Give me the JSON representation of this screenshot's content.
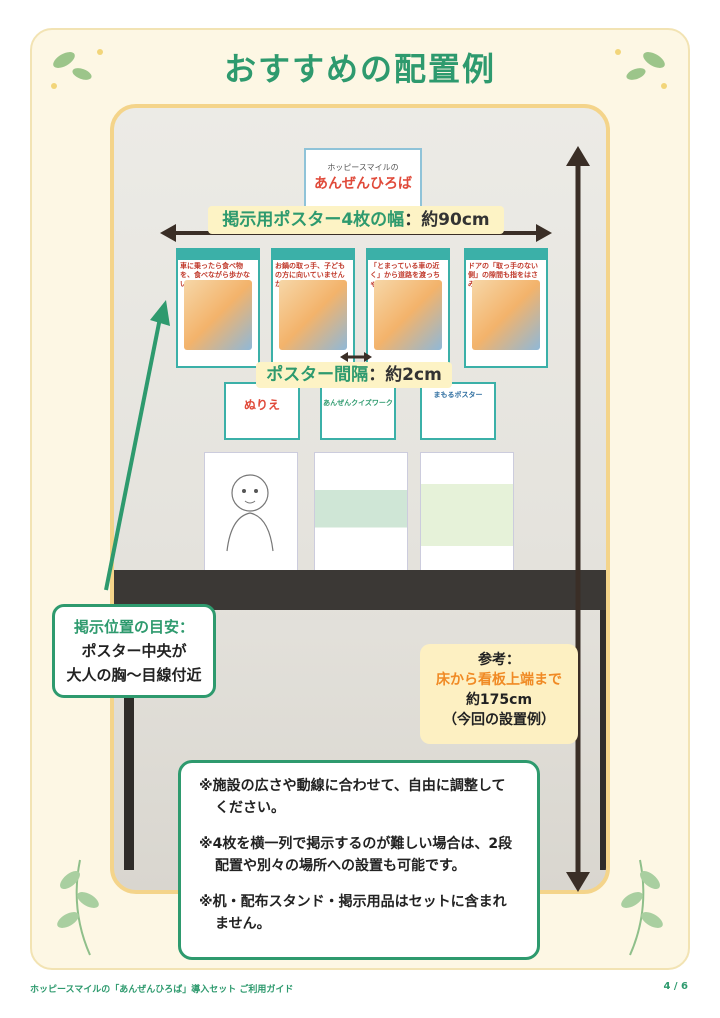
{
  "page": {
    "title": "おすすめの配置例",
    "footer_left": "ホッピースマイルの「あんぜんひろば」導入セット ご利用ガイド",
    "footer_right": "4 / 6"
  },
  "photo": {
    "top_poster_brand": "ホッピースマイルの",
    "top_poster_title": "あんぜんひろば",
    "posters": [
      {
        "text": "車に乗ったら食べ物を、食べながら歩かないで！"
      },
      {
        "text": "お鍋の取っ手、子どもの方に向いていませんか？"
      },
      {
        "text": "「とまっている車の近く」から道路を渡っちゃダメ！"
      },
      {
        "text": "ドアの「取っ手のない側」の隙間も指をはさみます！"
      }
    ],
    "lower_posters": [
      {
        "text": "ぬりえ"
      },
      {
        "text": "あんぜんクイズワーク"
      },
      {
        "text": "まもるポスター"
      }
    ]
  },
  "labels": {
    "width_label": "掲示用ポスター4枚の幅",
    "width_sep": "：",
    "width_value": "約90cm",
    "gap_label": "ポスター間隔",
    "gap_sep": "：",
    "gap_value": "約2cm"
  },
  "callout": {
    "line1": "掲示位置の目安：",
    "line2": "ポスター中央が",
    "line3": "大人の胸～目線付近"
  },
  "reference": {
    "line1": "参考：",
    "line2": "床から看板上端まで",
    "line3": "約175cm",
    "line4": "（今回の設置例）"
  },
  "notes": [
    "※施設の広さや動線に合わせて、自由に調整してください。",
    "※4枚を横一列で掲示するのが難しい場合は、2段配置や別々の場所への設置も可能です。",
    "※机・配布スタンド・掲示用品はセットに含まれません。"
  ],
  "colors": {
    "accent_green": "#2e9a6e",
    "frame_bg": "#fdf7e4",
    "orange": "#f08a24"
  }
}
